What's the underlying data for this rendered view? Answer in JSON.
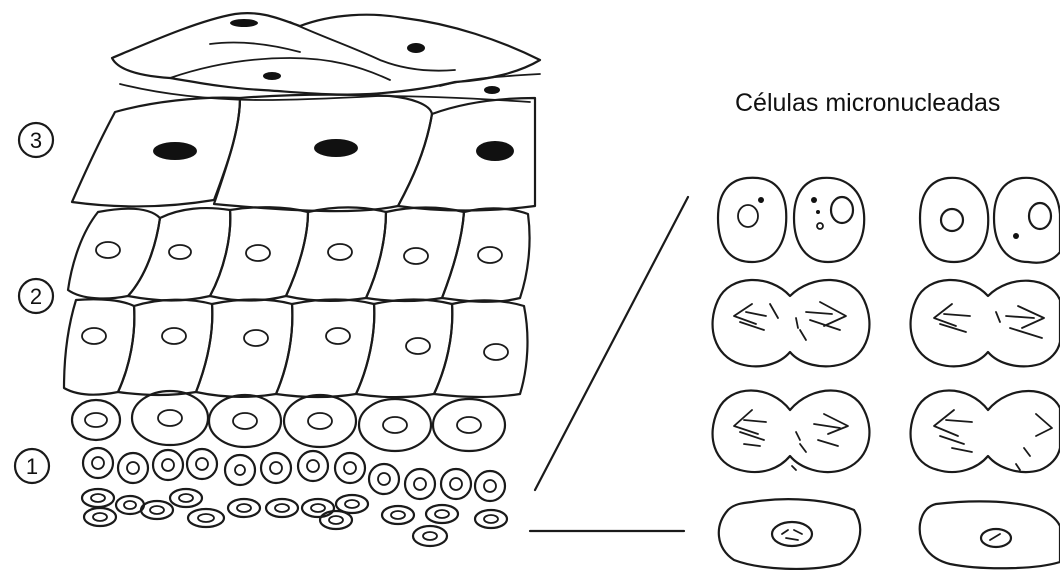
{
  "title": "Células micronucleadas",
  "layer_labels": [
    "3",
    "2",
    "1"
  ]
}
